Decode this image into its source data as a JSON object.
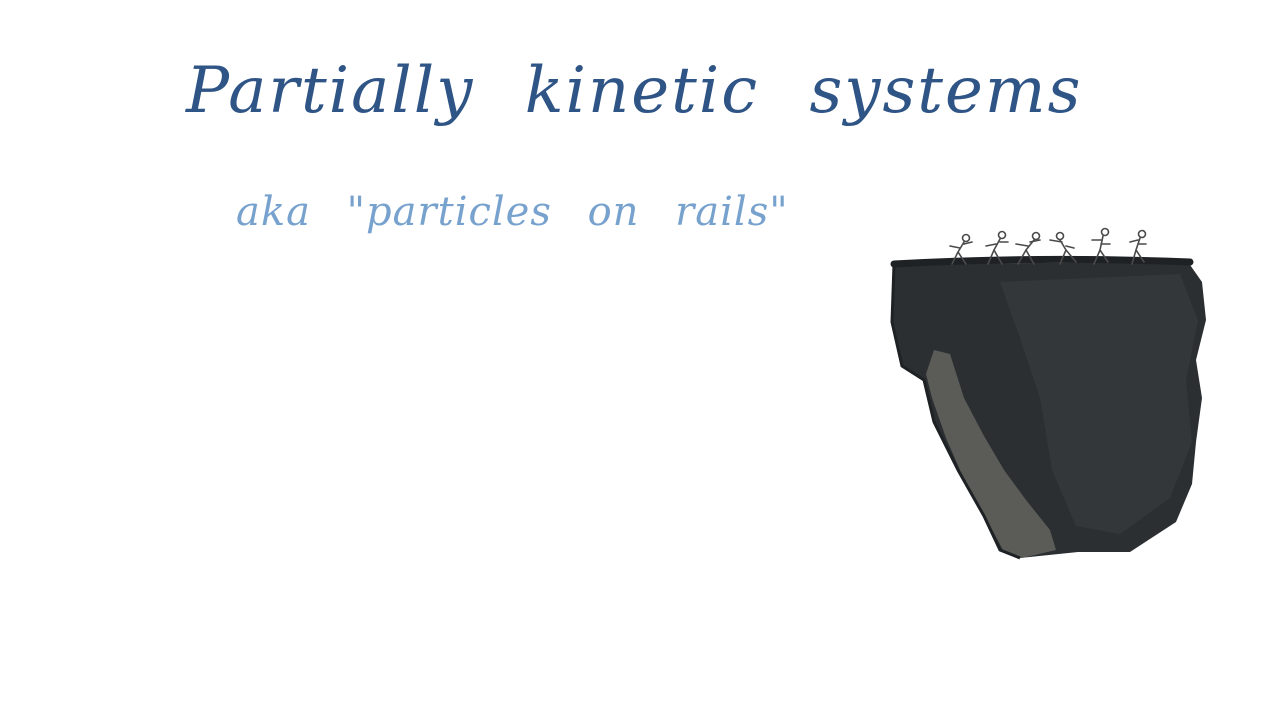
{
  "slide": {
    "title": "Partially kinetic systems",
    "subtitle": "aka \"particles on rails\""
  },
  "colors": {
    "background": "#ffffff",
    "title": "#2f5486",
    "subtitle": "#78a2ce",
    "cliff_dark": "#2b2f32",
    "cliff_mid": "#383c3f",
    "cliff_light": "#5b5c58",
    "figures": "#4a4a4a"
  },
  "illustration": {
    "icon": "cliff-with-stick-figures",
    "figure_count": 6
  }
}
